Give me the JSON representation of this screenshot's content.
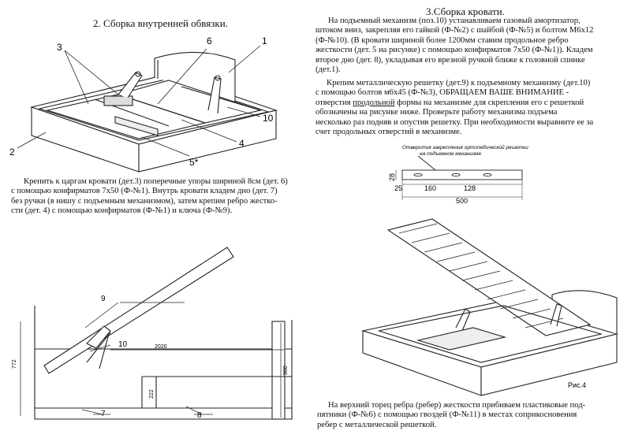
{
  "left": {
    "title": "2. Сборка внутренней обвязки.",
    "callouts": {
      "c1": "1",
      "c2": "2",
      "c3": "3",
      "c4": "4",
      "c5": "5*",
      "c6": "6",
      "c10": "10"
    },
    "paragraph": [
      "Крепить к царгам кровати (дет.3) поперечные упоры шириной 8см  (дет. 6)",
      "с помощью конфирматов 7х50 (Ф-№1). Внутрь кровати кладем дно (дет. 7)",
      "без ручки (в нишу с подъемным механизмом), затем крепим ребро жестко-",
      "сти (дет. 4) с помощью конфирматов (Ф-№1) и ключа (Ф-№9)."
    ],
    "side_view": {
      "c9": "9",
      "c10": "10",
      "c7": "7",
      "c8": "8",
      "dim_2020": "2020",
      "dim_772": "772",
      "dim_980": "980",
      "dim_222": "222"
    }
  },
  "right": {
    "title": "3.Сборка кровати.",
    "p1": [
      "На подъемный механизм (поз.10) устанавливаем газовый амортизатор,",
      "штоком вниз, закрепляя его гайкой (Ф-№2) с шайбой (Ф-№5) и болтом М6х12",
      "(Ф-№10).  (В кровати шириной более 1200мм  ставим продольное ребро",
      "жесткости (дет. 5 на рисунке) с помощью конфирматов 7х50 (Ф-№1)). Кладем",
      "второе дно (дет. 8), укладывая его  врезной ручкой ближе к головной спинке",
      "(дет.1)."
    ],
    "p2": {
      "l1": "Крепим металлическую решетку (дет.9) к подъемному механизму (дет.10)",
      "l2": "с помощью болтов м6х45 (Ф-№3),  ОБРАЩАЕМ ВАШЕ ВНИМАНИЕ -",
      "l3_a": "отверстия ",
      "l3_u": "продольной",
      "l3_b": " формы на механизме для скрепления его с решеткой",
      "l4": "обозначены на рисунке ниже. Проверьте работу механизма подъема",
      "l5": "несколько раз подняв и опустив решетку. При необходимости выравните ее за",
      "l6": "счет продольных отверстий  в механизме."
    },
    "detail": {
      "caption_1": "Отверстия закрепления ортопедической решетки",
      "caption_2": "на подъемном механизме",
      "dim_28": "28",
      "dim_25": "25",
      "dim_160": "160",
      "dim_128": "128",
      "dim_500": "500"
    },
    "figure_label": "Рис.4",
    "p3": [
      "На верхний торец ребра (ребер) жесткости прибиваем пластиковые под-",
      "пятники (Ф-№6) с помощью гвоздей (Ф-№11) в местах соприкосновения",
      "ребер с металлической решеткой."
    ]
  }
}
